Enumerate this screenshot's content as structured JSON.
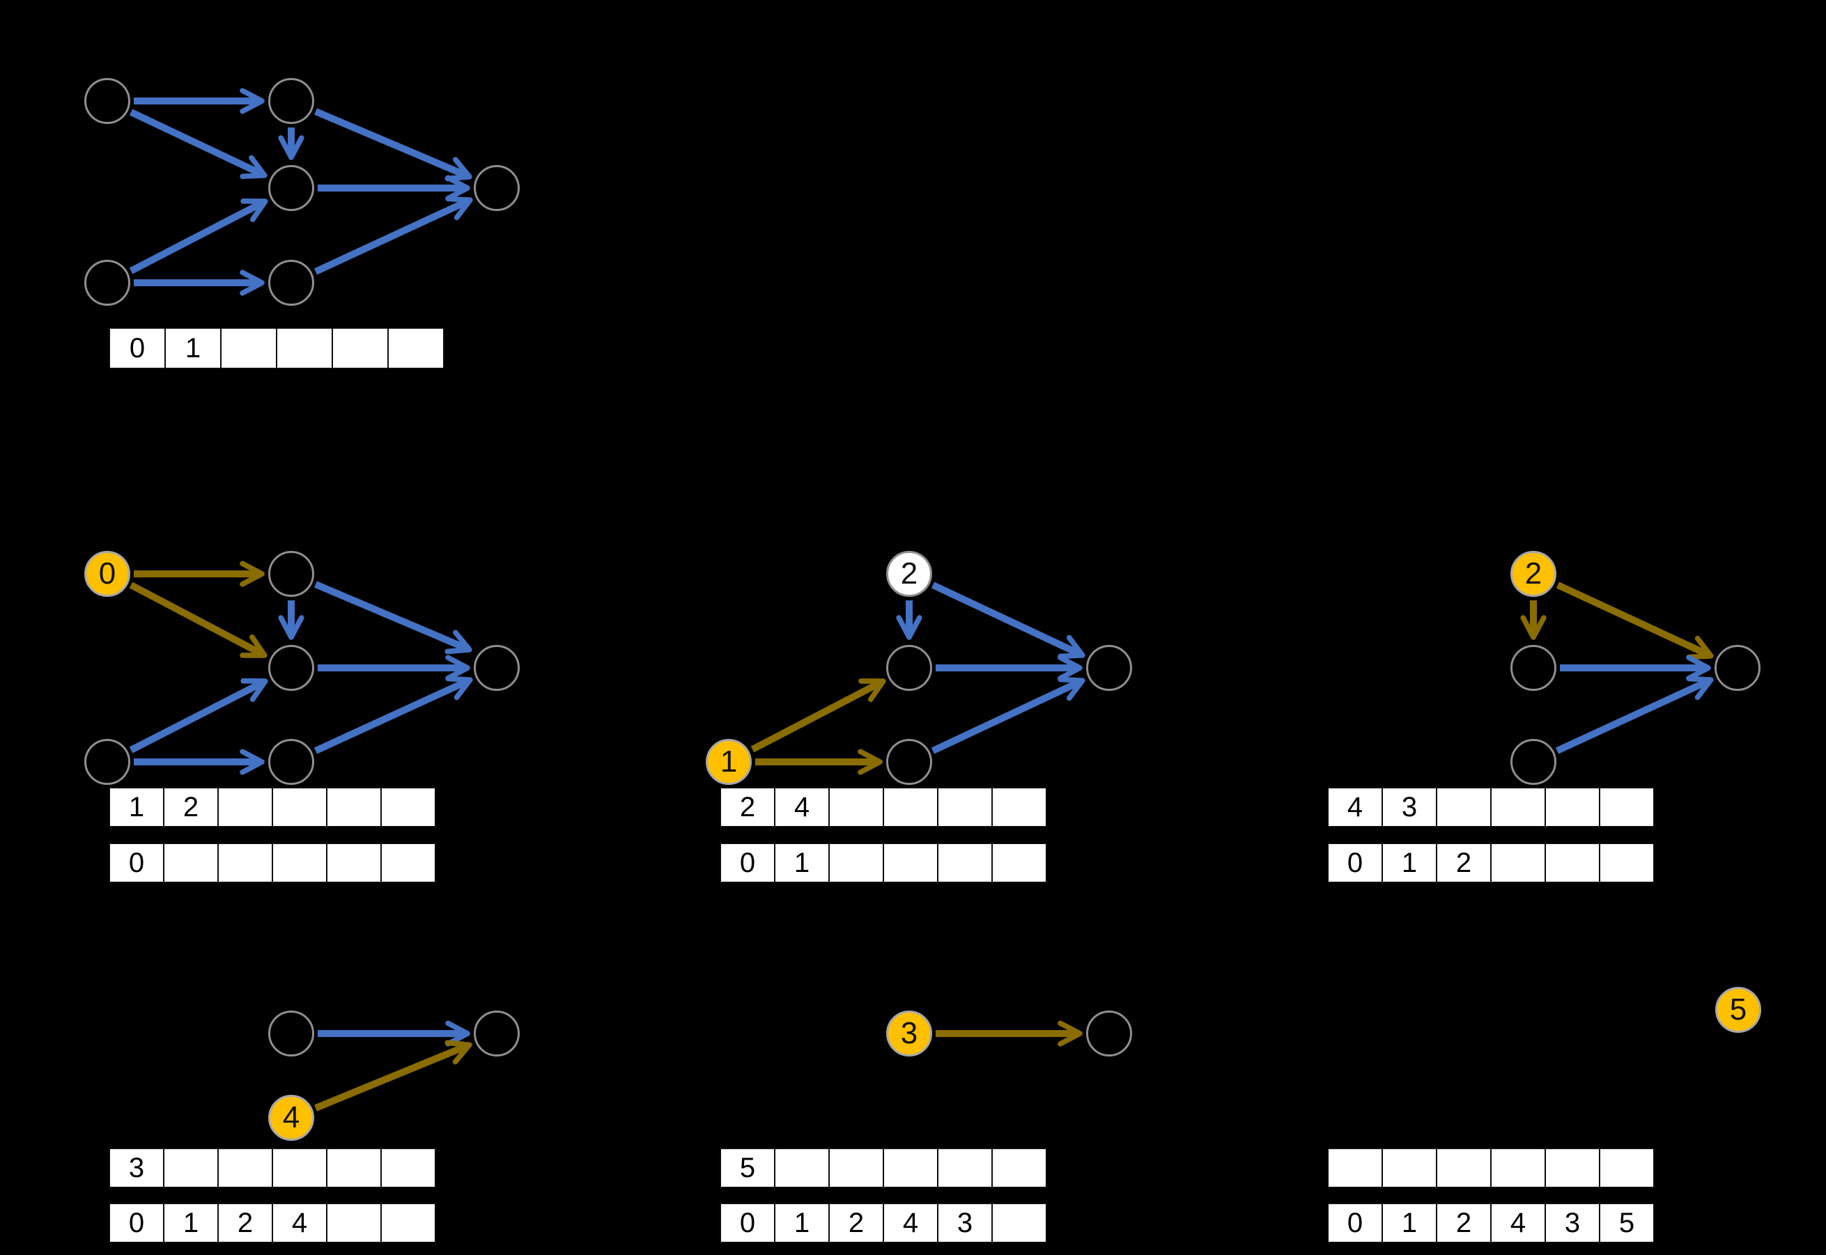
{
  "colors": {
    "background": "#000000",
    "node_fill": "#000000",
    "node_border": "#8f8f8f",
    "active_node_fill": "#ffc000",
    "dequeued_node_fill": "#ffffff",
    "edge_blue": "#4472c4",
    "edge_gold": "#8a6d00",
    "cell_fill": "#ffffff",
    "cell_text": "#000000"
  },
  "panels": [
    {
      "id": "panel-1",
      "node_labels": {},
      "queue": [
        "0",
        "1",
        "",
        "",
        "",
        ""
      ],
      "result": null
    },
    {
      "id": "panel-2",
      "node_labels": {
        "a": "0"
      },
      "queue": [
        "1",
        "2",
        "",
        "",
        "",
        ""
      ],
      "result": [
        "0",
        "",
        "",
        "",
        "",
        ""
      ]
    },
    {
      "id": "panel-3",
      "node_labels": {
        "b": "2",
        "d": "1"
      },
      "queue": [
        "2",
        "4",
        "",
        "",
        "",
        ""
      ],
      "result": [
        "0",
        "1",
        "",
        "",
        "",
        ""
      ]
    },
    {
      "id": "panel-4",
      "node_labels": {
        "b": "2"
      },
      "queue": [
        "4",
        "3",
        "",
        "",
        "",
        ""
      ],
      "result": [
        "0",
        "1",
        "2",
        "",
        "",
        ""
      ]
    },
    {
      "id": "panel-5",
      "node_labels": {
        "e": "4"
      },
      "queue": [
        "3",
        "",
        "",
        "",
        "",
        ""
      ],
      "result": [
        "0",
        "1",
        "2",
        "4",
        "",
        ""
      ]
    },
    {
      "id": "panel-6",
      "node_labels": {
        "c": "3"
      },
      "queue": [
        "5",
        "",
        "",
        "",
        "",
        ""
      ],
      "result": [
        "0",
        "1",
        "2",
        "4",
        "3",
        ""
      ]
    },
    {
      "id": "panel-7",
      "node_labels": {
        "f": "5"
      },
      "queue": [
        "",
        "",
        "",
        "",
        "",
        ""
      ],
      "result": [
        "0",
        "1",
        "2",
        "4",
        "3",
        "5"
      ]
    }
  ]
}
